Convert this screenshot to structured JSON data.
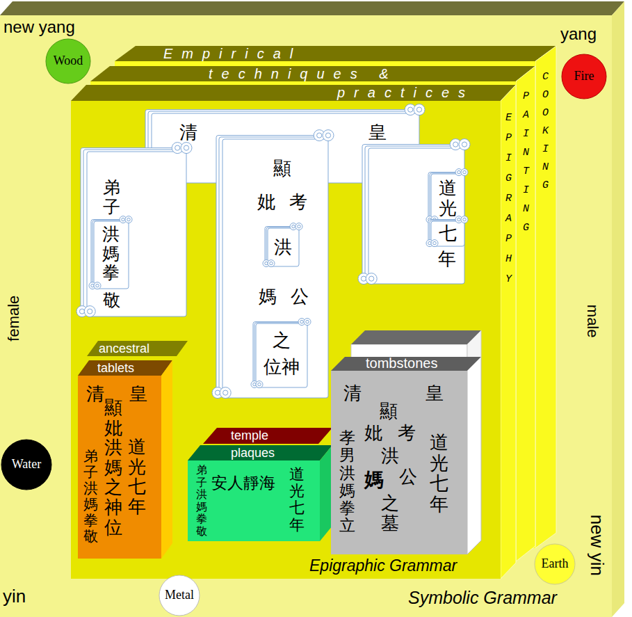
{
  "diagram": {
    "nodes": [
      {
        "text": [
          "Symbolic Grammar"
        ]
      },
      {
        "text": [
          "Wood"
        ]
      },
      {
        "text": [
          "Fire"
        ]
      },
      {
        "text": [
          "Water"
        ]
      },
      {
        "text": [
          "Earth"
        ]
      },
      {
        "text": [
          "Metal"
        ]
      },
      {
        "text": [
          "Empirical",
          "COOKING"
        ],
        "in": 0
      },
      {
        "text": [
          "techniques &",
          "PAINTING"
        ],
        "in": 0
      },
      {
        "text": [
          "practices",
          "EPIGRAPHY",
          "Epigraphic Grammar"
        ],
        "in": 0
      },
      {
        "text": [
          "清",
          "皇"
        ],
        "in": 8
      },
      {
        "text": [
          "弟子",
          "敬"
        ],
        "in": 8
      },
      {
        "text": [
          "洪媽拳"
        ],
        "in": 10
      },
      {
        "text": [
          "顯",
          "妣",
          "考",
          "媽",
          "公"
        ],
        "in": 8
      },
      {
        "text": [
          "洪"
        ],
        "in": 12
      },
      {
        "text": [
          "之",
          "位神"
        ],
        "in": 12
      },
      {
        "text": [
          "年"
        ],
        "in": 8
      },
      {
        "text": [
          "道光"
        ],
        "in": 15
      },
      {
        "text": [
          "七"
        ],
        "in": 15
      },
      {
        "text": [
          "ancestral",
          "tablets",
          "清",
          "皇",
          "顯妣洪媽之神位",
          "道光七年",
          "弟子洪媽拳敬"
        ],
        "in": 8
      },
      {
        "text": [
          "temple",
          "plaques",
          "弟子洪媽拳敬",
          "安人靜海",
          "道光七年"
        ],
        "in": 8
      },
      {
        "text": [
          "tombstones",
          "清",
          "皇",
          "顯",
          "妣",
          "考",
          "洪",
          "媽",
          "公",
          "之墓",
          "孝男洪媽拳立",
          "道光七年"
        ],
        "in": 8
      }
    ],
    "labels": [
      "new yang",
      "yang",
      "female",
      "male",
      "yin",
      "new yin"
    ]
  }
}
